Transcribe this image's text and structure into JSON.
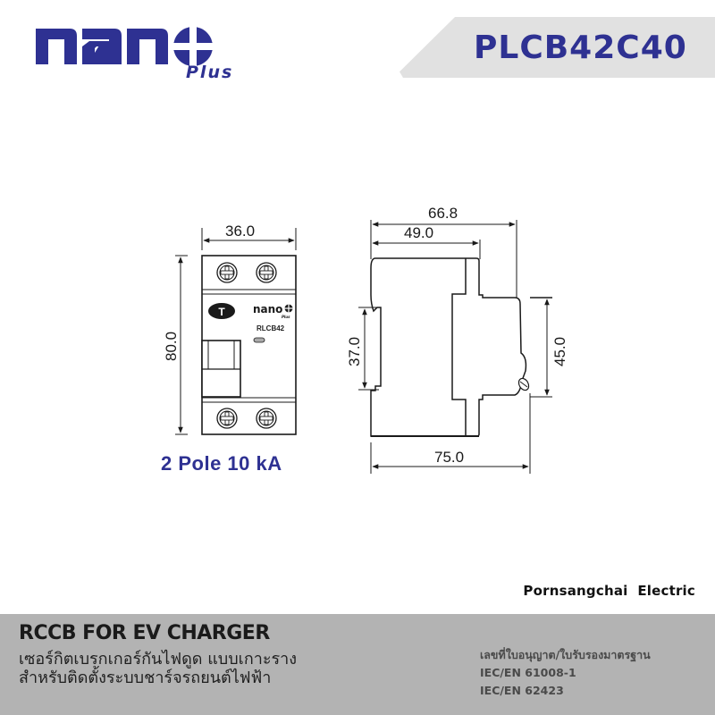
{
  "brand": {
    "logo_word": "nano",
    "logo_sub": "Plus",
    "color": "#2e3192"
  },
  "header": {
    "model_code": "PLCB42C40",
    "tab_color": "#e1e1e1"
  },
  "drawing": {
    "front_view": {
      "width_label": "36.0",
      "height_label": "80.0",
      "test_button_label": "T",
      "device_brand": "nano",
      "device_brand_sub": "Plus",
      "device_model": "RLCB42"
    },
    "side_view": {
      "overall_depth_label": "66.8",
      "front_depth_label": "49.0",
      "rail_clip_label": "37.0",
      "front_face_height_label": "45.0",
      "total_depth_label": "75.0"
    },
    "rating_label": "2 Pole 10 kA"
  },
  "company": "Pornsangchai  Electric",
  "footer": {
    "background": "#b3b3b3",
    "title": "RCCB FOR EV CHARGER",
    "description_lines": [
      "เซอร์กิตเบรกเกอร์กันไฟดูด แบบเกาะราง",
      "สำหรับติดตั้งระบบชาร์จรถยนต์ไฟฟ้า"
    ],
    "certification_heading": "เลขที่ใบอนุญาต/ใบรับรองมาตรฐาน",
    "standards": [
      "IEC/EN 61008-1",
      "IEC/EN 62423"
    ]
  }
}
